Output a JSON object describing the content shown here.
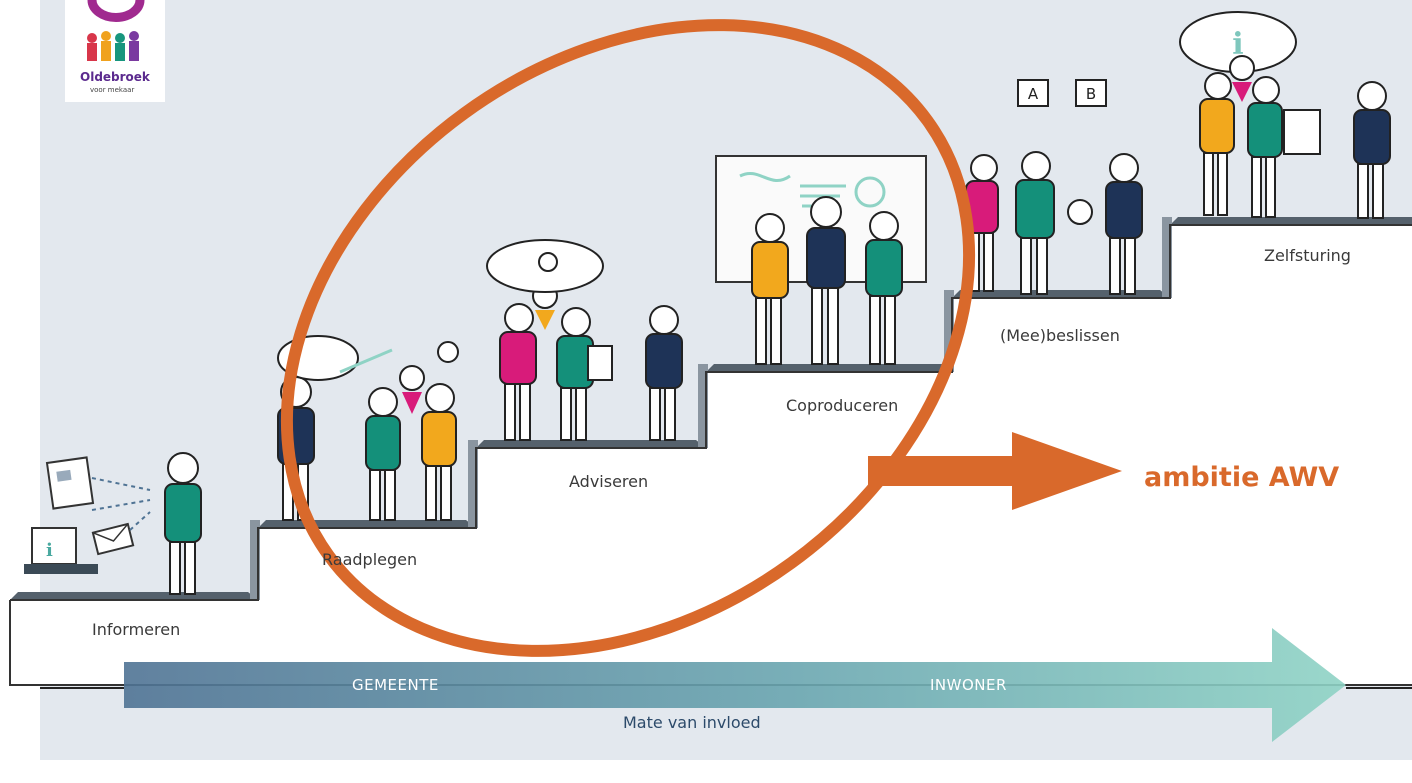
{
  "logo": {
    "name": "Oldebroek",
    "sub": "voor mekaar"
  },
  "steps": [
    {
      "id": "informeren",
      "label": "Informeren"
    },
    {
      "id": "raadplegen",
      "label": "Raadplegen"
    },
    {
      "id": "adviseren",
      "label": "Adviseren"
    },
    {
      "id": "coproduceren",
      "label": "Coproduceren"
    },
    {
      "id": "meebeslissen",
      "label": "(Mee)beslissen"
    },
    {
      "id": "zelfsturing",
      "label": "Zelfsturing"
    }
  ],
  "influence_arrow": {
    "left_label": "GEMEENTE",
    "right_label": "INWONER",
    "caption": "Mate van invloed"
  },
  "annotation": {
    "text": "ambitie AWV"
  },
  "boards": {
    "a": "A",
    "b": "B"
  },
  "colors": {
    "background": "#e3e8ee",
    "stairs": "#ffffff",
    "stair_side": "#4f5b66",
    "accent_orange": "#d9692b",
    "arrow_start": "#4f7394",
    "arrow_end": "#7fc7bd",
    "shirt_navy": "#1e3357",
    "shirt_green": "#14907a",
    "shirt_yellow": "#f2a81d",
    "shirt_pink": "#d81b7a"
  },
  "icons": [
    "logo-icon",
    "newspaper-icon",
    "laptop-icon",
    "envelope-icon",
    "lightbulb-icon",
    "info-icon",
    "speech-bubble-icon"
  ]
}
